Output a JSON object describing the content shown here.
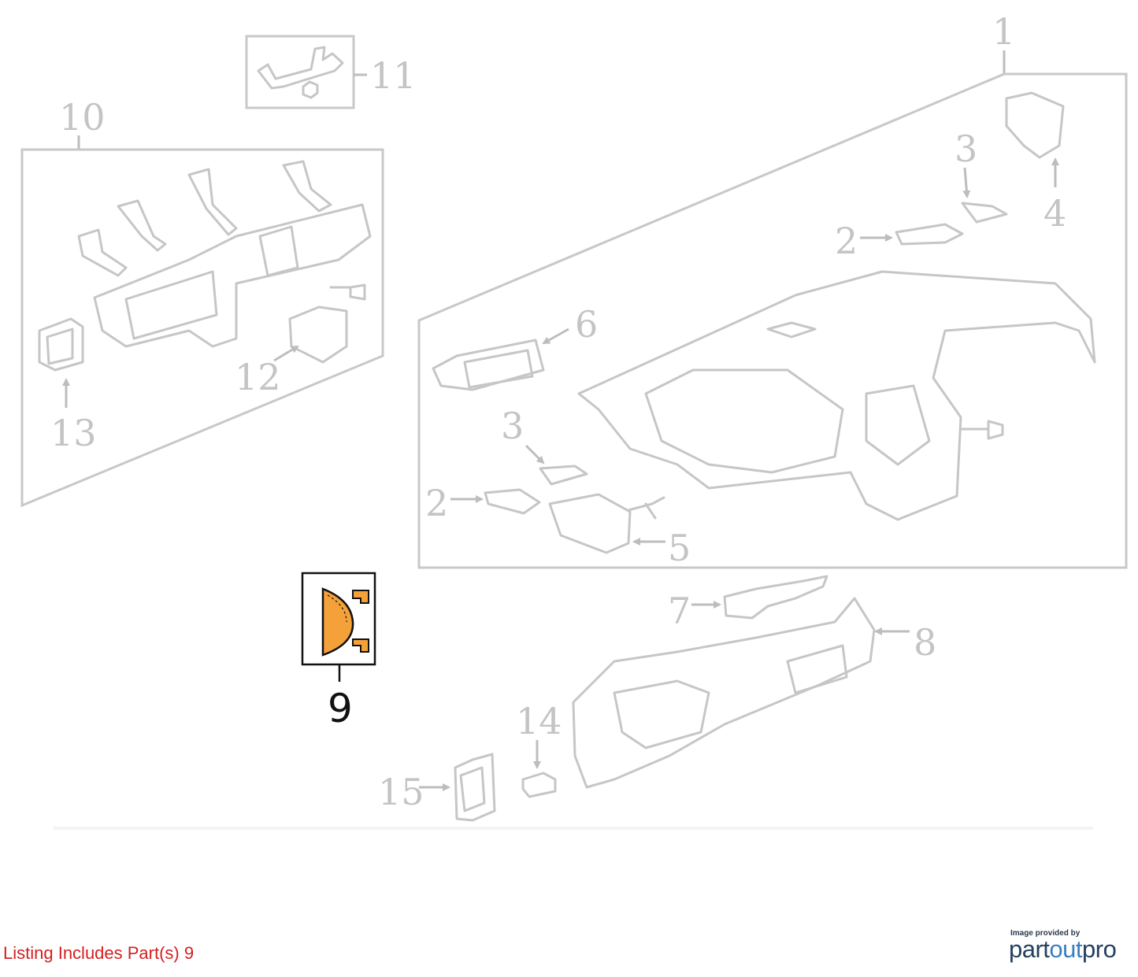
{
  "callouts": {
    "c1": "1",
    "c2a": "2",
    "c2b": "2",
    "c3a": "3",
    "c3b": "3",
    "c4": "4",
    "c5": "5",
    "c6": "6",
    "c7": "7",
    "c8": "8",
    "c9": "9",
    "c10": "10",
    "c11": "11",
    "c12": "12",
    "c13": "13",
    "c14": "14",
    "c15": "15"
  },
  "highlight": {
    "part": "9",
    "color": "#f5a13a"
  },
  "footer": {
    "note": "Listing Includes Part(s) 9",
    "credit_small": "Image provided by",
    "credit_brand_a": "part",
    "credit_brand_b": "out",
    "credit_brand_c": "pro"
  }
}
